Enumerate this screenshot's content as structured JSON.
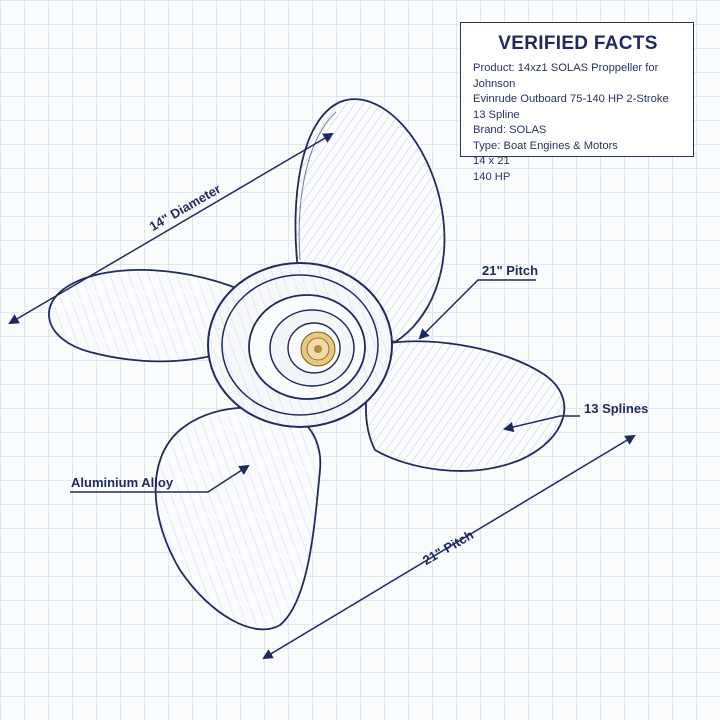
{
  "facts": {
    "title": "VERIFIED FACTS",
    "product_key": "Product:",
    "product_line1": "14xz1 SOLAS Proppeller for Johnson",
    "product_line2": "Evinrude Outboard 75-140 HP 2-Stroke 13 Spline",
    "brand_key": "Brand:",
    "brand_val": "SOLAS",
    "type_key": "Type:",
    "type_val": "Boat Engines & Motors",
    "size": "14 x 21",
    "power": "140 HP"
  },
  "labels": {
    "diameter": "14\" Diameter",
    "pitch_top": "21\" Pitch",
    "splines": "13 Splines",
    "material": "Aluminium Alloy",
    "pitch_bottom": "21\" Pitch"
  },
  "colors": {
    "ink": "#1f2a5c",
    "grid": "#dfe6ee",
    "hub_gold": "#e8c982"
  }
}
